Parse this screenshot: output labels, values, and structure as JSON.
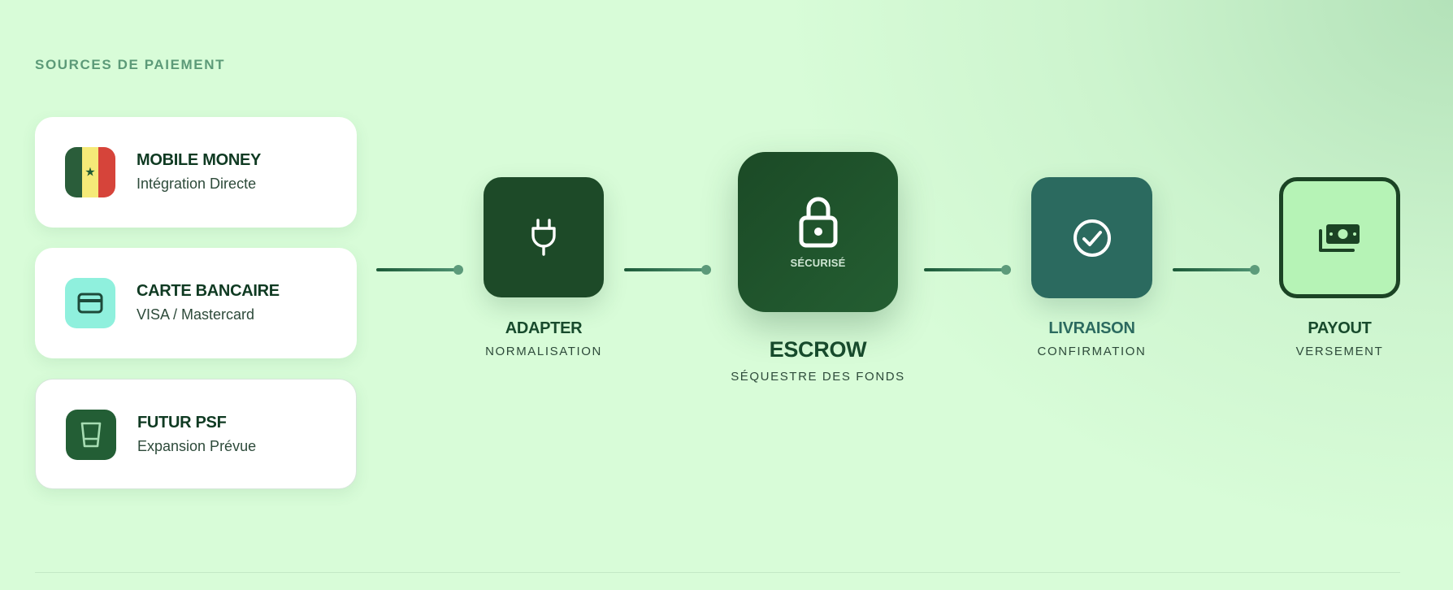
{
  "section_label": "SOURCES DE PAIEMENT",
  "sources": [
    {
      "title": "MOBILE MONEY",
      "subtitle": "Intégration Directe",
      "icon": "senegal-flag-icon"
    },
    {
      "title": "CARTE BANCAIRE",
      "subtitle": "VISA / Mastercard",
      "icon": "credit-card-icon"
    },
    {
      "title": "FUTUR PSF",
      "subtitle": "Expansion Prévue",
      "icon": "cup-icon"
    }
  ],
  "steps": [
    {
      "title": "ADAPTER",
      "subtitle": "NORMALISATION",
      "icon": "plug-icon"
    },
    {
      "title": "ESCROW",
      "subtitle": "SÉQUESTRE DES FONDS",
      "icon": "lock-icon",
      "badge": "SÉCURISÉ"
    },
    {
      "title": "LIVRAISON",
      "subtitle": "CONFIRMATION",
      "icon": "check-circle-icon"
    },
    {
      "title": "PAYOUT",
      "subtitle": "VERSEMENT",
      "icon": "money-icon"
    }
  ],
  "colors": {
    "background": "#d8fcd8",
    "dark_green": "#1d4a28",
    "teal": "#2b6a5f",
    "mint_card": "#8ff0dd",
    "payout_fill": "#b6f3b6",
    "label": "#5c9a78"
  }
}
